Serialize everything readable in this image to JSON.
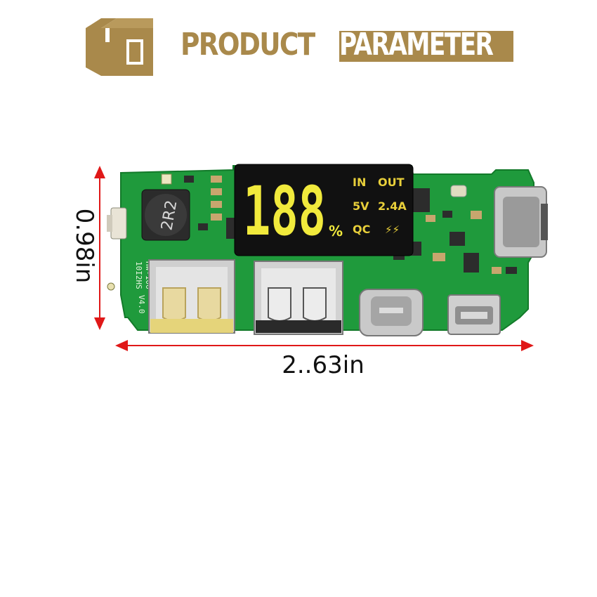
{
  "header": {
    "title_main": "PRODUCT",
    "title_highlight": "PARAMETER"
  },
  "display": {
    "digits": "188",
    "percent": "%",
    "in_label": "IN",
    "out_label": "OUT",
    "voltage": "5V",
    "current": "2.4A",
    "qc_label": "QC",
    "bolt_label": "⚡⚡"
  },
  "board": {
    "inductor_label": "2R2",
    "silk_model": "HW-106",
    "silk_version": "V4.0",
    "silk_code": "10I2HS"
  },
  "dimensions": {
    "width": "2..63in",
    "height": "0.98in"
  },
  "colors": {
    "brand": "#a9894b",
    "pcb": "#1e9b3e",
    "arrow": "#e01818",
    "lcd_digits": "#f1ea3c"
  }
}
